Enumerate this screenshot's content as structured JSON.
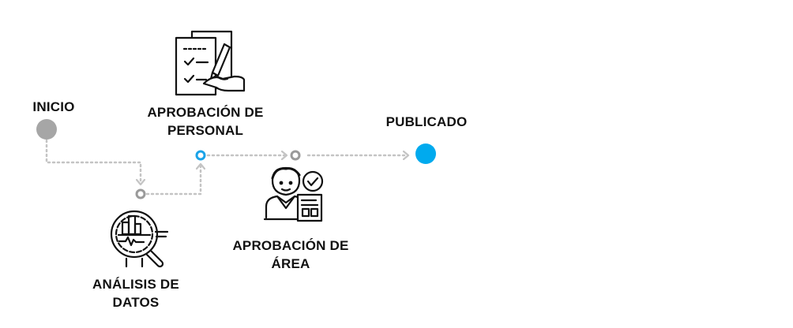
{
  "diagram": {
    "steps": [
      {
        "id": "inicio",
        "lines": [
          "INICIO"
        ]
      },
      {
        "id": "aprobacion-personal",
        "lines": [
          "APROBACIÓN DE",
          "PERSONAL"
        ]
      },
      {
        "id": "analisis-datos",
        "lines": [
          "ANÁLISIS DE",
          "DATOS"
        ]
      },
      {
        "id": "aprobacion-area",
        "lines": [
          "APROBACIÓN DE",
          "ÁREA"
        ]
      },
      {
        "id": "publicado",
        "lines": [
          "PUBLICADO"
        ]
      }
    ],
    "icons": [
      "clipboard-sign-icon",
      "magnifier-chart-icon",
      "person-document-check-icon"
    ],
    "colors": {
      "start": "#a6a6a6",
      "end": "#00aaee",
      "connector": "#c4c4c4",
      "node": "#9a9a9a",
      "active_node": "#1aa3e8",
      "text": "#111111"
    }
  }
}
